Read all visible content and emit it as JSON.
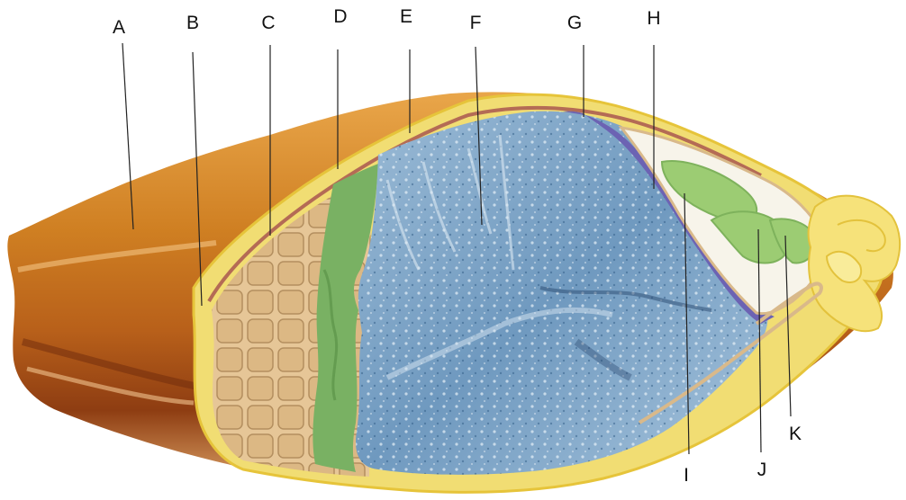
{
  "labels": {
    "a": "A",
    "b": "B",
    "c": "C",
    "d": "D",
    "e": "E",
    "f": "F",
    "g": "G",
    "h": "H",
    "i": "I",
    "j": "J",
    "k": "K"
  },
  "colors": {
    "pericarp": "#cf7f22",
    "seed_coat": "#e7d16a",
    "nucellus": "#b46b55",
    "aleurone": "#e6c697",
    "subaleurone": "#79b163",
    "endosperm": "#7fa8c8",
    "scutellum": "#6c63b3",
    "embryo": "#9ccc73",
    "sheath": "#f3e48b"
  }
}
